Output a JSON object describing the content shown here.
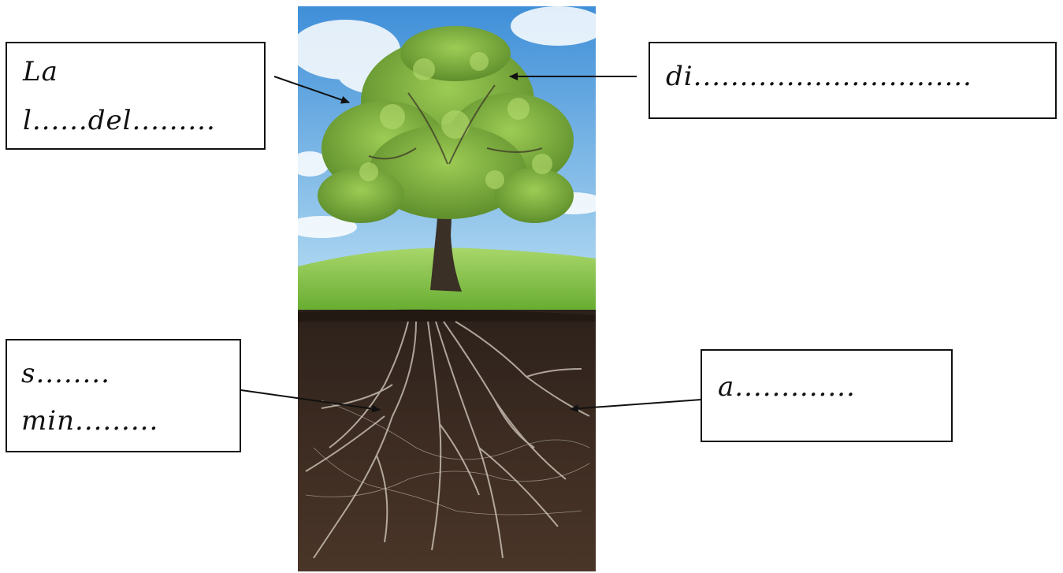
{
  "labels": {
    "leaves_line1": "La",
    "leaves_line2": "l......del.........",
    "green_right": "di..............................",
    "roots_line1": "s........",
    "roots_line2": "min.........",
    "roots_right": "a............."
  },
  "colors": {
    "sky_top": "#3f8fd8",
    "sky_bottom": "#a9d4f0",
    "grass": "#7fc035",
    "soil": "#3b2a21",
    "foliage": "#86b840",
    "trunk": "#3a3026",
    "roots": "#d9d0c4"
  }
}
